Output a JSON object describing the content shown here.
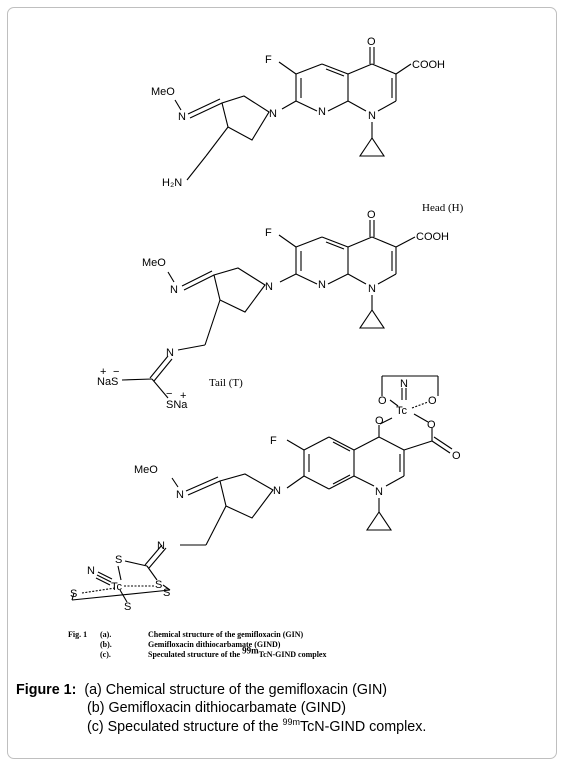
{
  "structure_a": {
    "f": "F",
    "o": "O",
    "cooh": "COOH",
    "n_ring": "N",
    "n_py": "N",
    "n_q": "N",
    "meo": "MeO",
    "n_oxime": "N",
    "h2n": "H₂N"
  },
  "structure_b": {
    "f": "F",
    "o": "O",
    "cooh": "COOH",
    "n_ring": "N",
    "n_py": "N",
    "n_q": "N",
    "meo": "MeO",
    "n_oxime": "N",
    "n_imine": "N",
    "nas_plus": "+",
    "nas_minus": "−",
    "nas": "NaS",
    "sna_minus": "−",
    "sna_plus": "+",
    "sna": "SNa",
    "head": "Head (H)",
    "tail": "Tail (T)"
  },
  "structure_c": {
    "f": "F",
    "o_keto": "O",
    "o_tc1": "O",
    "o_tc2": "O",
    "o_carb": "O",
    "o_ring": "O",
    "n_top": "N",
    "tc_top": "Tc",
    "n_ring": "N",
    "n_q": "N",
    "meo": "MeO",
    "n_oxime": "N",
    "n_imine": "N",
    "s1": "S",
    "s2": "S",
    "s3": "S",
    "s4": "S",
    "s5": "S",
    "n_tc": "N",
    "tc_bottom": "Tc"
  },
  "inner_caption": {
    "fig": "Fig. 1",
    "items": [
      {
        "label": "(a).",
        "text": "Chemical structure of the gemifloxacin (GIN)"
      },
      {
        "label": "(b).",
        "text": "Gemifloxacin dithiocarbamate (GIND)"
      },
      {
        "label": "(c).",
        "text_pre": "Speculated structure of the ",
        "sup": "99m",
        "text_post": "TcN-GIND complex"
      }
    ]
  },
  "caption": {
    "label": "Figure 1:",
    "line_a": "(a) Chemical structure of the gemifloxacin (GIN)",
    "line_b": "(b) Gemifloxacin dithiocarbamate (GIND)",
    "line_c_pre": "(c) Speculated structure of the ",
    "line_c_sup": "99m",
    "line_c_post": "TcN-GIND complex."
  }
}
